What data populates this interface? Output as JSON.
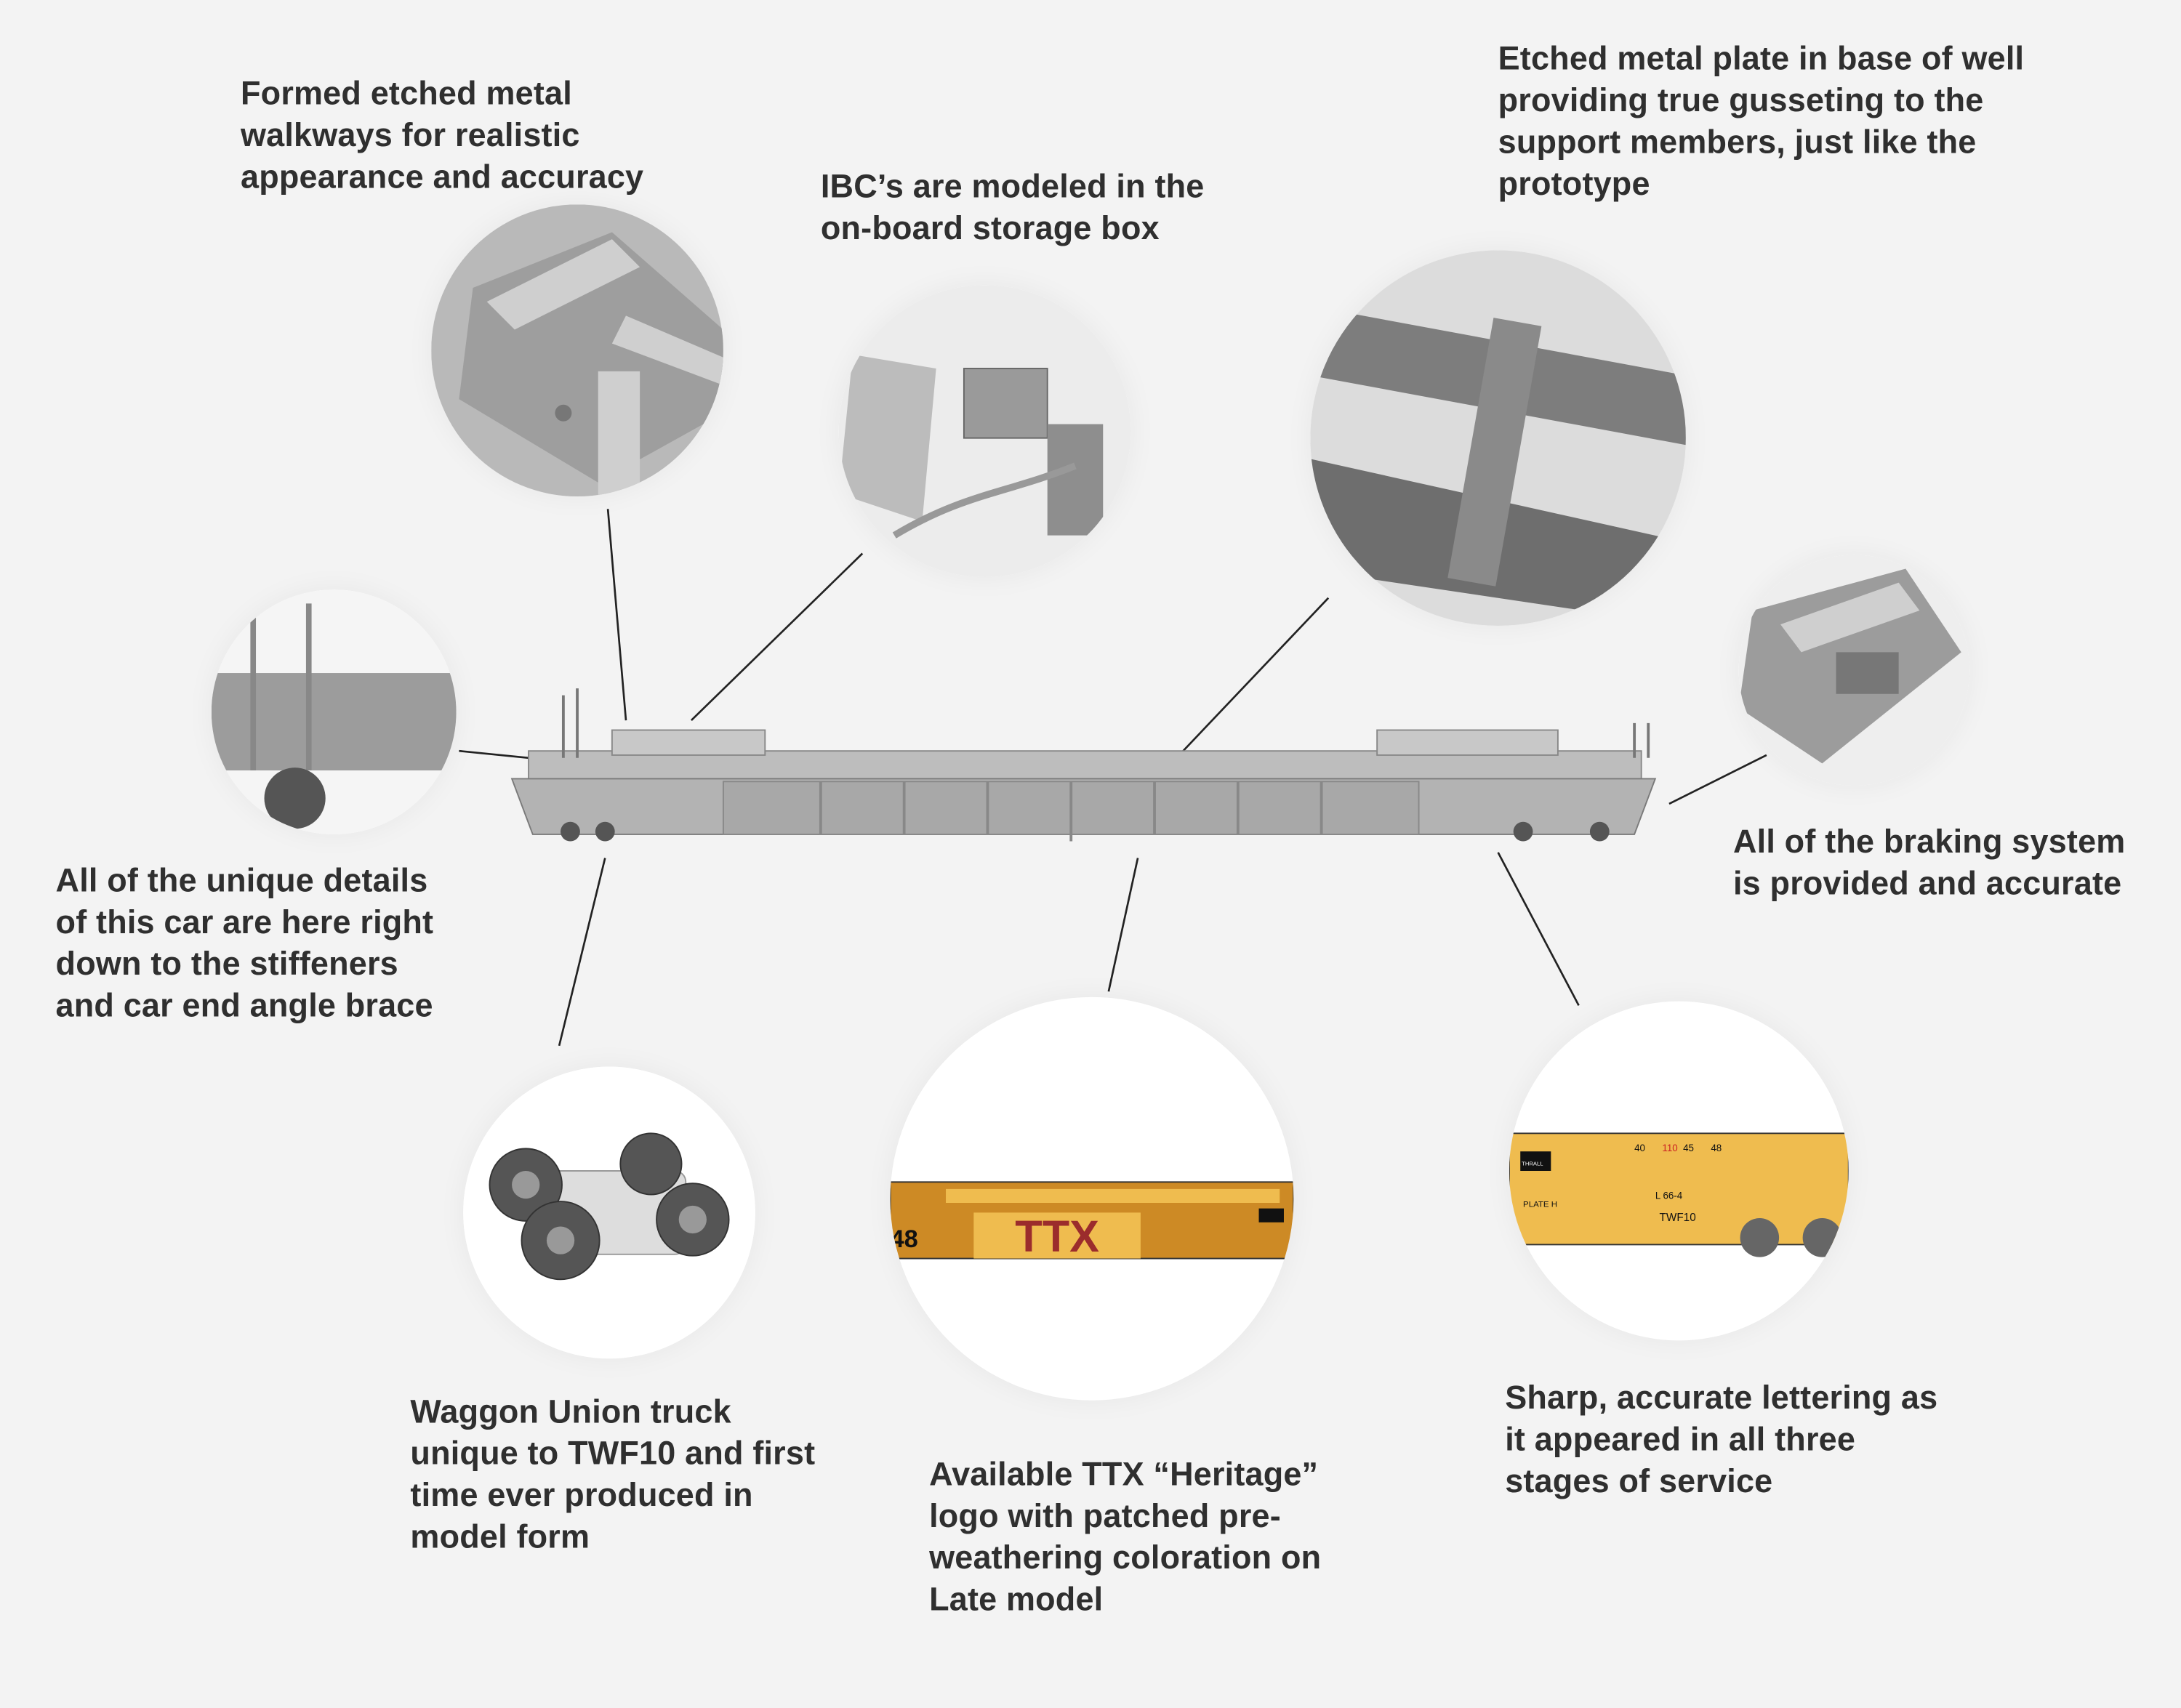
{
  "callouts": {
    "walkways": [
      "Formed etched metal",
      "walkways for realistic",
      "appearance and accuracy"
    ],
    "ibc": [
      "IBC’s are modeled in the",
      "on-board storage box"
    ],
    "plate": [
      "Etched metal plate in base of well",
      "providing true gusseting to the",
      "support members, just like the",
      "prototype"
    ],
    "details": [
      "All of the unique details",
      "of this car are here right",
      "down to the stiffeners",
      "and car end angle brace"
    ],
    "braking": [
      "All of the braking system",
      "is provided and accurate"
    ],
    "truck": [
      "Waggon Union truck",
      "unique to TWF10 and first",
      "time ever produced in",
      "model form"
    ],
    "heritage": [
      "Available TTX “Heritage”",
      "logo with patched pre-",
      "weathering coloration on",
      "Late model"
    ],
    "lettering": [
      "Sharp, accurate lettering as",
      "it appeared in all three",
      "stages of service"
    ]
  },
  "car_markings": {
    "logo": "TTX",
    "number_fragment": "48",
    "builder": "THRALL",
    "plate": "PLATE H",
    "class": "L 66-4",
    "reporting": "TWF10",
    "load_marks": [
      "40",
      "110",
      "45",
      "48"
    ]
  },
  "colors": {
    "background": "#f3f3f3",
    "text": "#2f2f2f",
    "yellow": "#efbc4f",
    "ttx_red": "#9b2c2c",
    "model_gray": "#a9a9a9"
  }
}
